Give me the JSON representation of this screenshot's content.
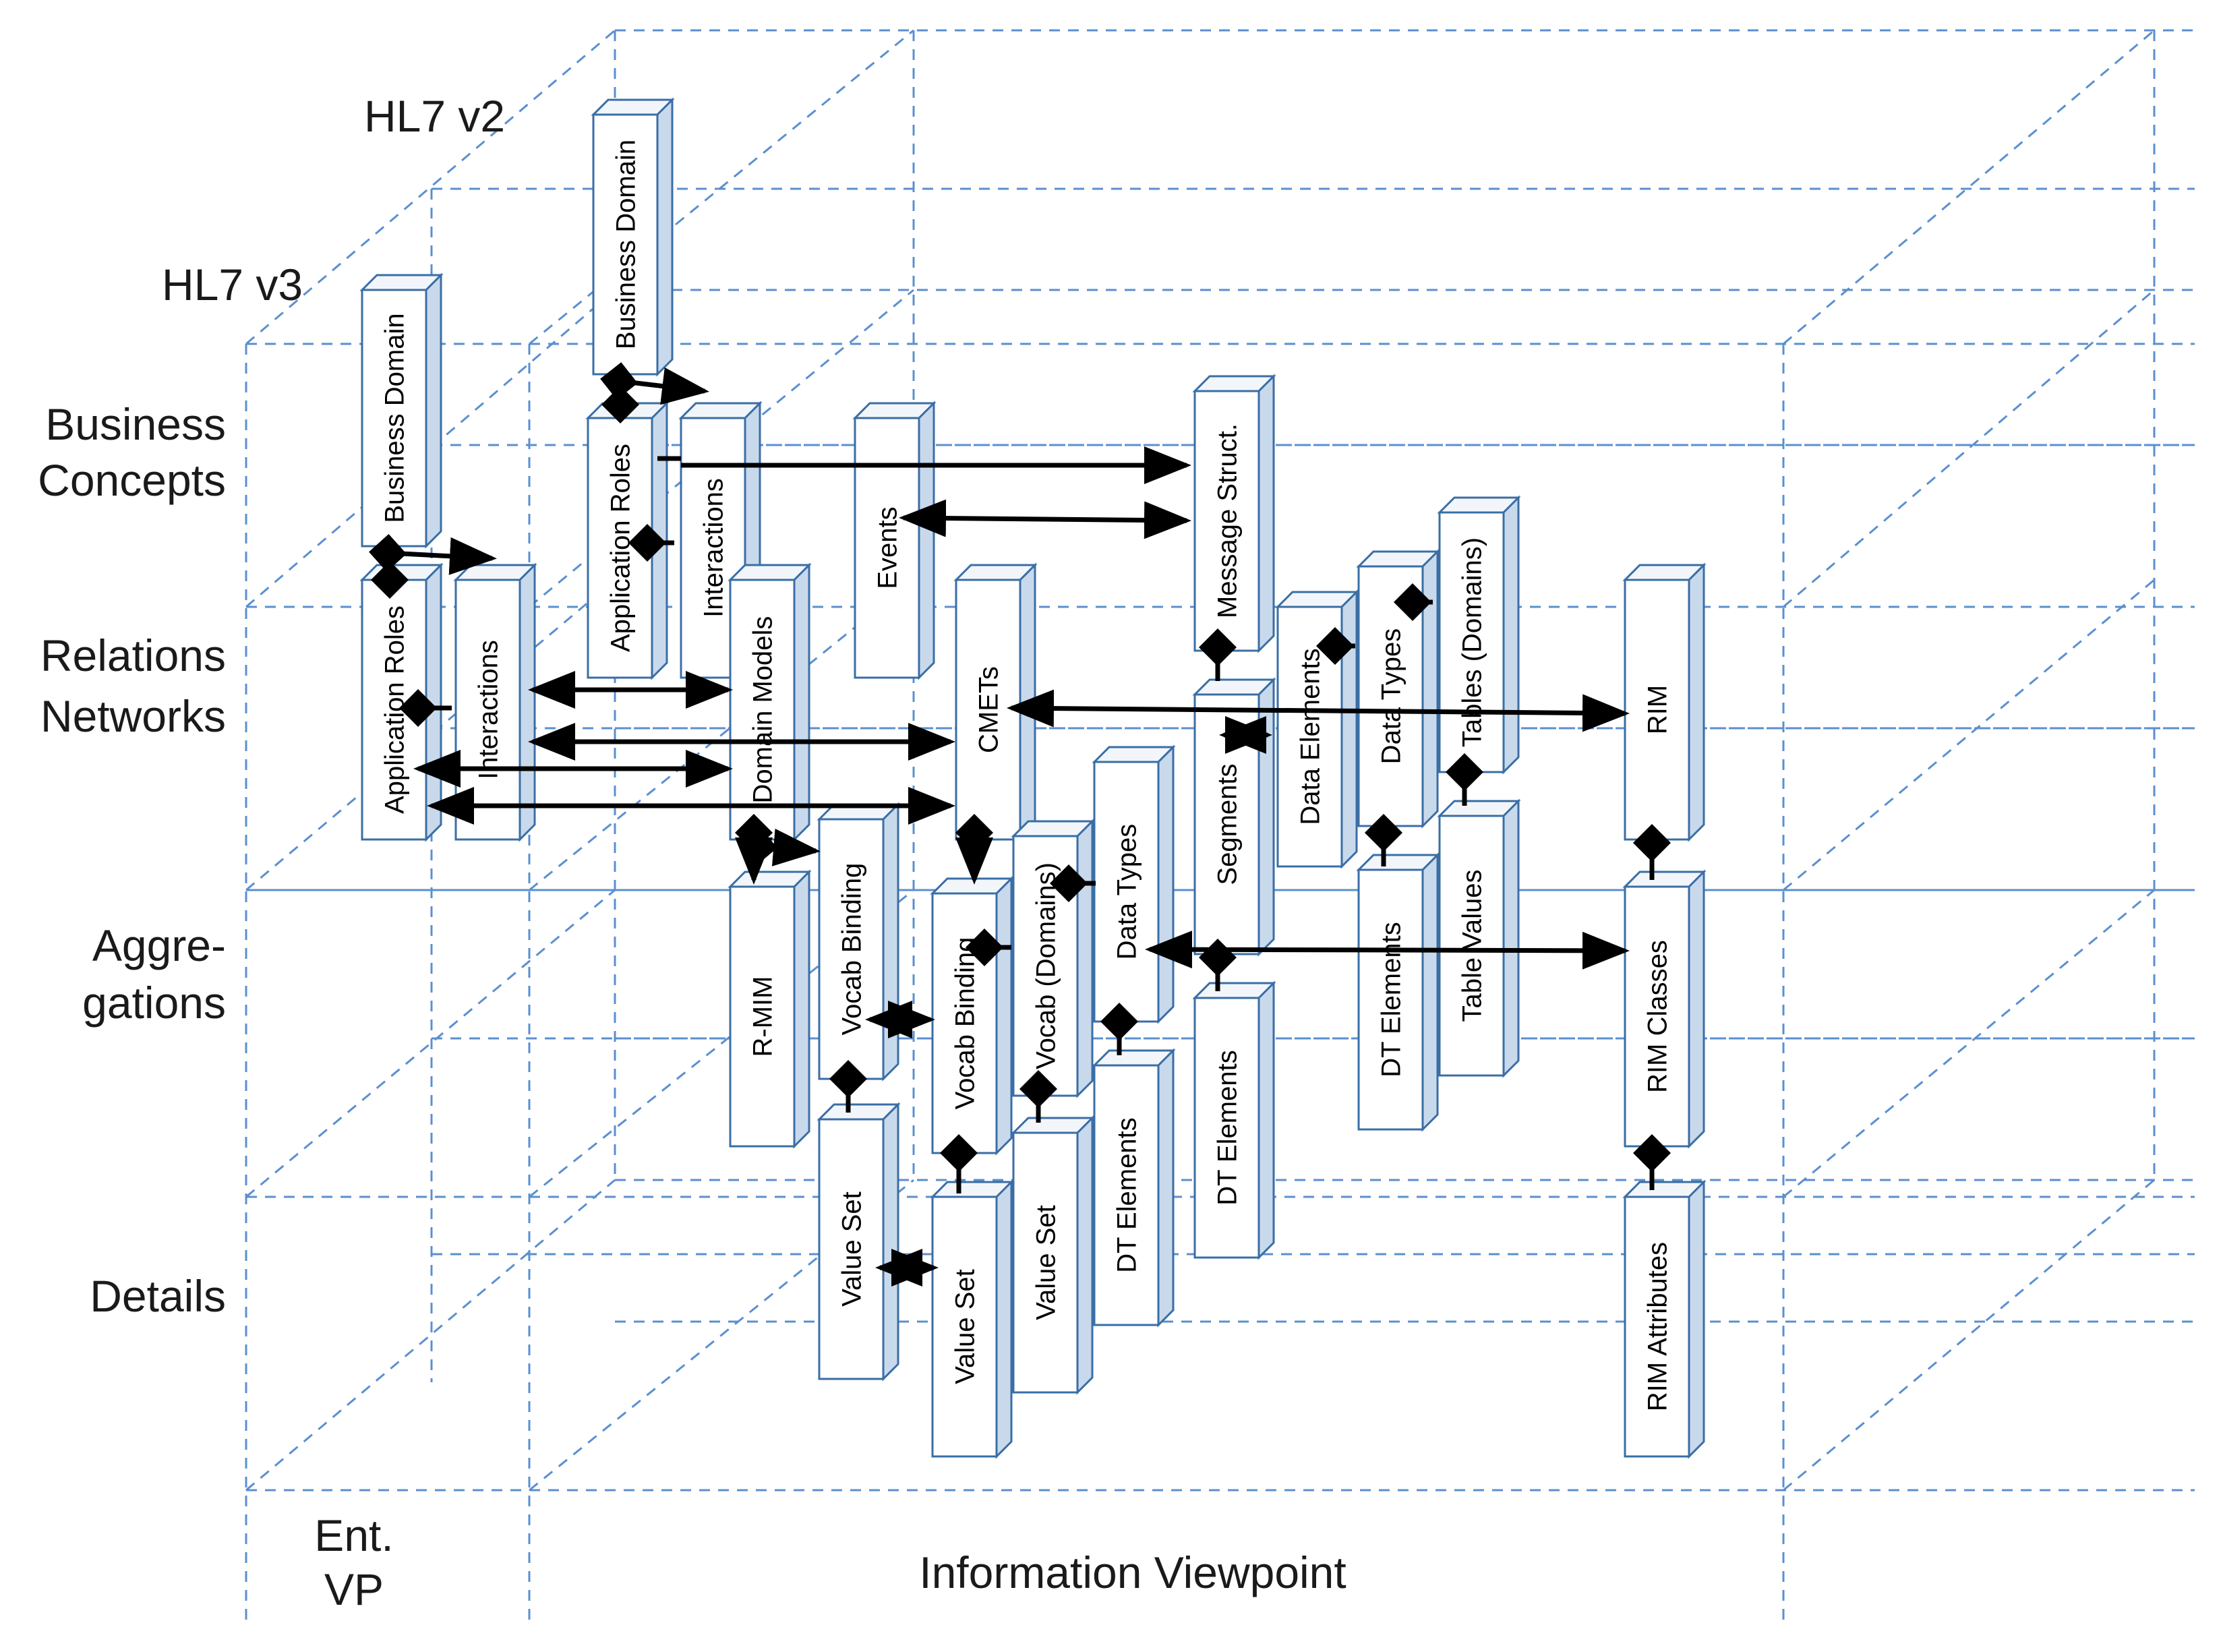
{
  "labels": {
    "hl7v2": "HL7 v2",
    "hl7v3": "HL7 v3",
    "row_business_1": "Business",
    "row_business_2": "Concepts",
    "row_relations_1": "Relations",
    "row_relations_2": "Networks",
    "row_aggr_1": "Aggre-",
    "row_aggr_2": "gations",
    "row_details": "Details",
    "col_ent_1": "Ent.",
    "col_ent_2": "VP",
    "col_info": "Information  Viewpoint"
  },
  "boxes": [
    {
      "id": "v2-business-domain",
      "text": "Business Domain"
    },
    {
      "id": "v3-business-domain",
      "text": "Business Domain"
    },
    {
      "id": "v2-application-roles",
      "text": "Application Roles"
    },
    {
      "id": "v2-interactions",
      "text": "Interactions"
    },
    {
      "id": "v3-application-roles",
      "text": "Application Roles"
    },
    {
      "id": "v3-interactions",
      "text": "Interactions"
    },
    {
      "id": "events",
      "text": "Events"
    },
    {
      "id": "message-struct",
      "text": "Message Struct."
    },
    {
      "id": "domain-models",
      "text": "Domain Models"
    },
    {
      "id": "cmets",
      "text": "CMETs"
    },
    {
      "id": "data-elements",
      "text": "Data Elements"
    },
    {
      "id": "data-types-v2",
      "text": "Data Types"
    },
    {
      "id": "tables-domains",
      "text": "Tables (Domains)"
    },
    {
      "id": "rim",
      "text": "RIM"
    },
    {
      "id": "segments",
      "text": "Segments"
    },
    {
      "id": "r-mim",
      "text": "R-MIM"
    },
    {
      "id": "vocab-binding-1",
      "text": "Vocab Binding"
    },
    {
      "id": "vocab-binding-2",
      "text": "Vocab Binding"
    },
    {
      "id": "vocab-domains",
      "text": "Vocab (Domains)"
    },
    {
      "id": "data-types-v3",
      "text": "Data Types"
    },
    {
      "id": "dt-elements-1",
      "text": "DT Elements"
    },
    {
      "id": "table-values",
      "text": "Table Values"
    },
    {
      "id": "rim-classes",
      "text": "RIM Classes"
    },
    {
      "id": "value-set-1",
      "text": "Value Set"
    },
    {
      "id": "value-set-2",
      "text": "Value Set"
    },
    {
      "id": "value-set-3",
      "text": "Value Set"
    },
    {
      "id": "dt-elements-2",
      "text": "DT Elements"
    },
    {
      "id": "dt-elements-3",
      "text": "DT Elements"
    },
    {
      "id": "rim-attributes",
      "text": "RIM Attributes"
    }
  ],
  "colors": {
    "grid": "#5b8fd0",
    "box_edge": "#3a6ea5",
    "box_side": "#c9d9ec",
    "arrow": "#000000"
  }
}
